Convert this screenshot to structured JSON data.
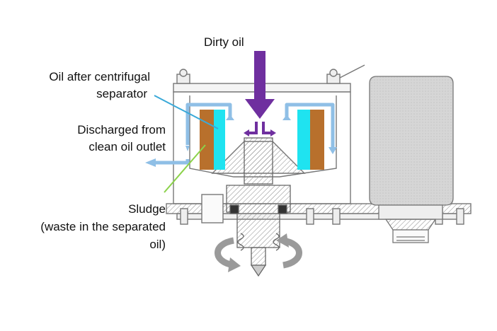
{
  "labels": {
    "dirty_oil": "Dirty oil",
    "oil_after_line1": "Oil after centrifugal",
    "oil_after_line2": "separator",
    "discharged_line1": "Discharged from",
    "discharged_line2": "clean oil outlet",
    "sludge_line1": "Sludge",
    "sludge_line2": "(waste in the separated",
    "sludge_line3": "oil)"
  },
  "colors": {
    "dirty_oil_arrow": "#6f2f9f",
    "clean_oil_arrow": "#8fbfe6",
    "oil_layer": "#1fe3f0",
    "sludge_layer": "#b8702c",
    "oil_leader_line": "#3aa9d8",
    "sludge_leader_line": "#8bd24a",
    "rotation_arrow": "#9a9a9a",
    "machine_line": "#777777",
    "motor_fill": "#d9d9d9"
  },
  "icons": {
    "rotation": "curved-rotation-arrow",
    "flow": "flow-arrow"
  }
}
